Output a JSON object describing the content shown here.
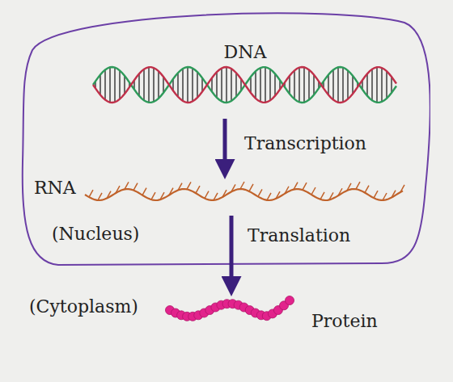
{
  "diagram": {
    "nodes": [
      {
        "text": [
          "(Nucleus)"
        ]
      },
      {
        "text": [
          "DNA"
        ],
        "in": 0
      },
      {
        "text": [
          "RNA"
        ],
        "in": 0
      },
      {
        "text": [
          "Protein"
        ]
      }
    ],
    "edges": [
      {
        "from": 1,
        "to": 2,
        "arrow": "to",
        "label": "Transcription"
      },
      {
        "from": 2,
        "to": 3,
        "arrow": "to",
        "label": "Translation"
      }
    ],
    "labels": [
      "(Cytoplasm)"
    ]
  }
}
